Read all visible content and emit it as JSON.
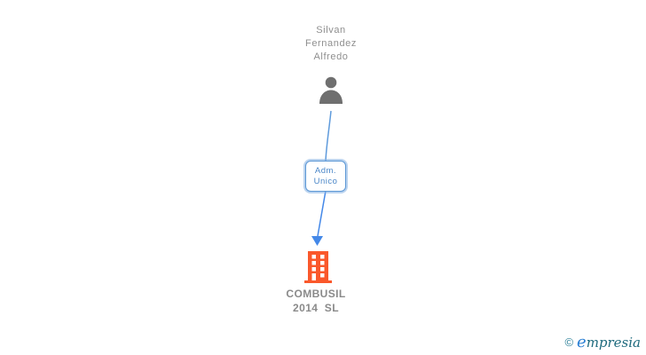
{
  "diagram": {
    "person": {
      "name": "Silvan\nFernandez\nAlfredo"
    },
    "edge": {
      "label": "Adm.\nUnico"
    },
    "company": {
      "name": "COMBUSIL\n2014  SL"
    }
  },
  "watermark": {
    "copyright_symbol": "©",
    "brand_initial": "e",
    "brand_rest": "mpresia"
  },
  "colors": {
    "person_icon": "#6f6f6f",
    "connector": "#5f9bdc",
    "arrow": "#4488e8",
    "relation_border": "#5b97d5",
    "relation_text": "#4a86c8",
    "building": "#fa582b",
    "name_text": "#8f8f8f",
    "company_text": "#8a8a8a",
    "brand_teal": "#1e6a7d",
    "brand_blue": "#2a7fd4"
  }
}
